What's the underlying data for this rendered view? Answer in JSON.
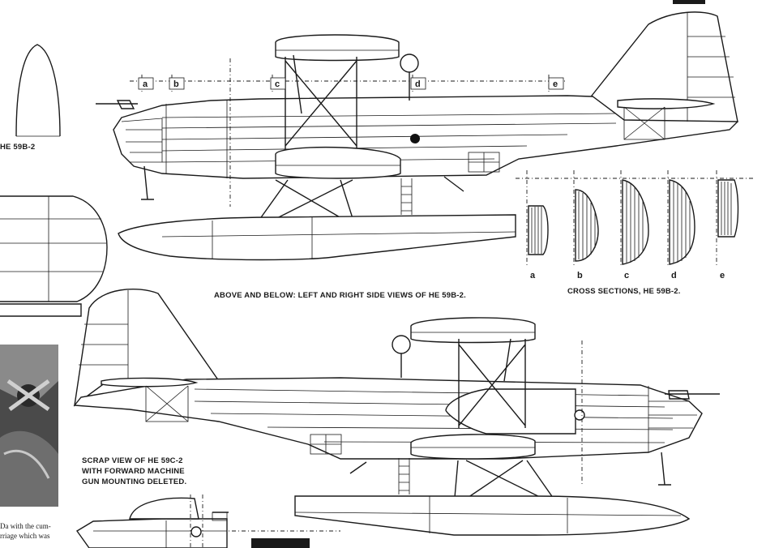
{
  "captions": {
    "top_left_label": "HE 59B-2",
    "side_views": "ABOVE AND BELOW: LEFT AND RIGHT SIDE VIEWS OF HE 59B-2.",
    "cross_sections": "CROSS SECTIONS, HE 59B-2.",
    "scrap_view_line1": "SCRAP VIEW OF HE 59C-2",
    "scrap_view_line2": "WITH FORWARD MACHINE",
    "scrap_view_line3": "GUN MOUNTING DELETED.",
    "body_line1": "Da with the cum-",
    "body_line2": "rriage which was"
  },
  "section_markers": [
    "a",
    "b",
    "c",
    "d",
    "e"
  ],
  "cross_section_labels": [
    "a",
    "b",
    "c",
    "d",
    "e"
  ]
}
